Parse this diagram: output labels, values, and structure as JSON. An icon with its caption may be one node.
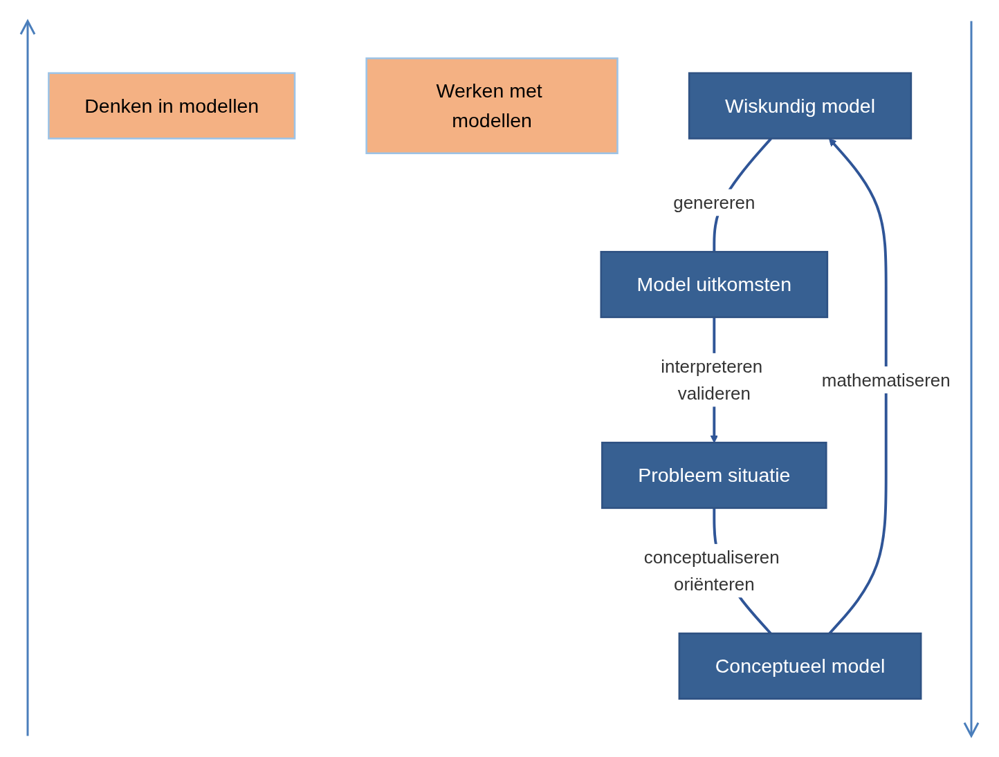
{
  "diagram": {
    "nodes": [
      {
        "text": [
          "Denken in modellen"
        ]
      },
      {
        "text": [
          "Werken met modellen"
        ]
      },
      {
        "text": [
          "Wiskundig model"
        ]
      },
      {
        "text": [
          "Conceptueel model"
        ]
      },
      {
        "text": [
          "Model uitkomsten"
        ]
      },
      {
        "text": [
          "Probleem situatie"
        ]
      }
    ],
    "edges": [
      {
        "from": 3,
        "to": 2,
        "arrow": "to",
        "label": "mathematiseren"
      },
      {
        "from": 2,
        "to": 4,
        "arrow": "none",
        "label": "genereren"
      },
      {
        "from": 4,
        "to": 5,
        "arrow": "to",
        "label": "interpreteren valideren"
      },
      {
        "from": 5,
        "to": 3,
        "arrow": "none",
        "label": "conceptualiseren oriënteren"
      }
    ]
  }
}
